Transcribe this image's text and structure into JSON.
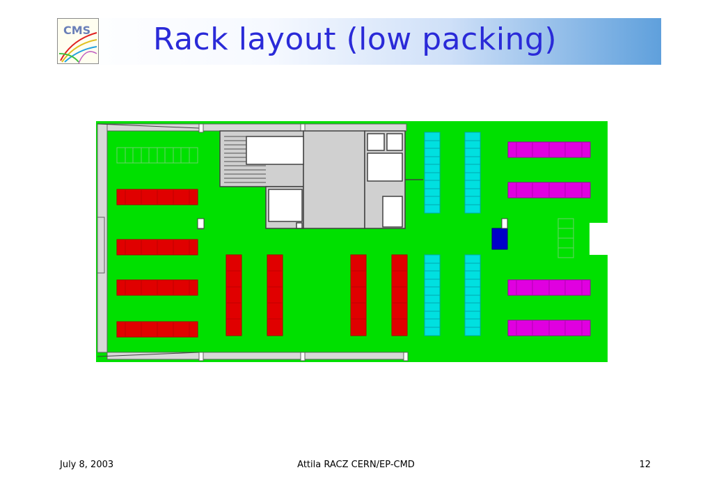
{
  "header": {
    "title": "Rack layout (low packing)",
    "logo_text": "CMS"
  },
  "footer": {
    "date": "July 8, 2003",
    "author": "Attila RACZ  CERN/EP-CMD",
    "page_number": "12"
  },
  "colors": {
    "floor": "#00e000",
    "red_racks": "#e00000",
    "cyan_racks": "#00e0e0",
    "magenta_racks": "#e000e0",
    "blue_unit": "#0000c8",
    "building_core": "#d0d0d0",
    "title_text": "#2a2ad8"
  },
  "diagram": {
    "rack_groups": [
      {
        "name": "left-horizontal",
        "color": "red",
        "count": 4,
        "units_per_rack": 10
      },
      {
        "name": "left-horizontal-empty",
        "color": "outline",
        "count": 1,
        "units_per_rack": 10
      },
      {
        "name": "center-vertical",
        "color": "red",
        "count": 4,
        "units_per_rack": 10
      },
      {
        "name": "cyan-vertical",
        "color": "cyan",
        "count": 4,
        "units_per_rack": 10
      },
      {
        "name": "right-horizontal",
        "color": "magenta",
        "count": 4,
        "units_per_rack": 10
      },
      {
        "name": "right-vertical-empty",
        "color": "outline",
        "count": 1,
        "units_per_rack": 4
      }
    ]
  }
}
